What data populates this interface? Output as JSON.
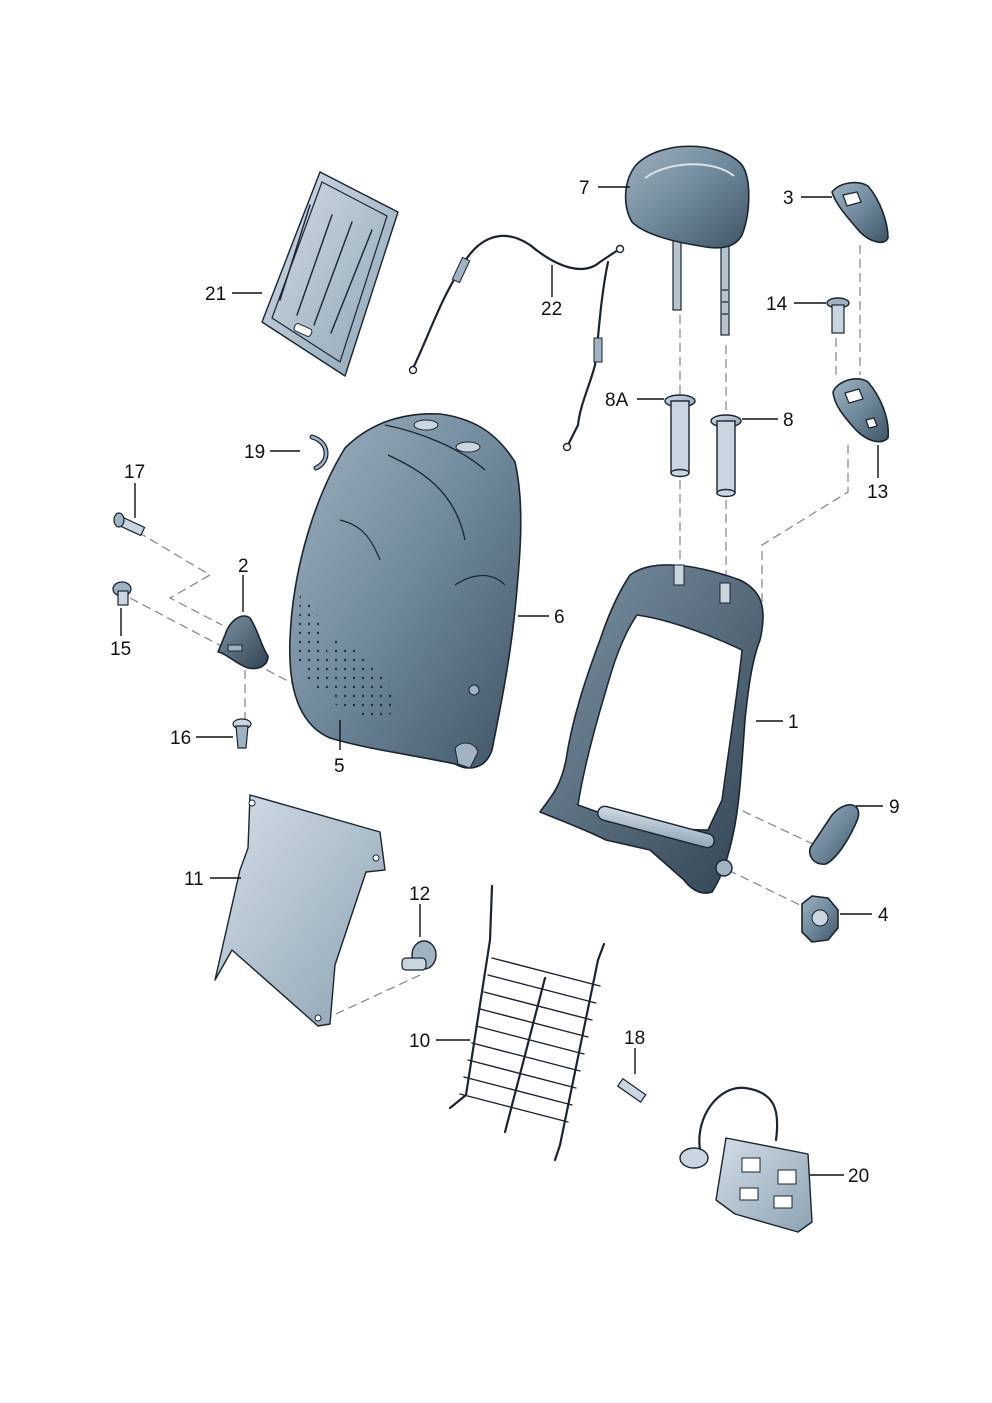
{
  "diagram": {
    "callouts": {
      "c1": "1",
      "c2": "2",
      "c3": "3",
      "c4": "4",
      "c5": "5",
      "c6": "6",
      "c7": "7",
      "c8": "8",
      "c8a": "8A",
      "c9": "9",
      "c10": "10",
      "c11": "11",
      "c12": "12",
      "c13": "13",
      "c14": "14",
      "c15": "15",
      "c16": "16",
      "c17": "17",
      "c18": "18",
      "c19": "19",
      "c20": "20",
      "c21": "21",
      "c22": "22"
    },
    "colors": {
      "part_fill": "#5f7a8c",
      "part_highlight": "#a9bccb",
      "outline": "#1a2433",
      "background": "#ffffff"
    }
  }
}
